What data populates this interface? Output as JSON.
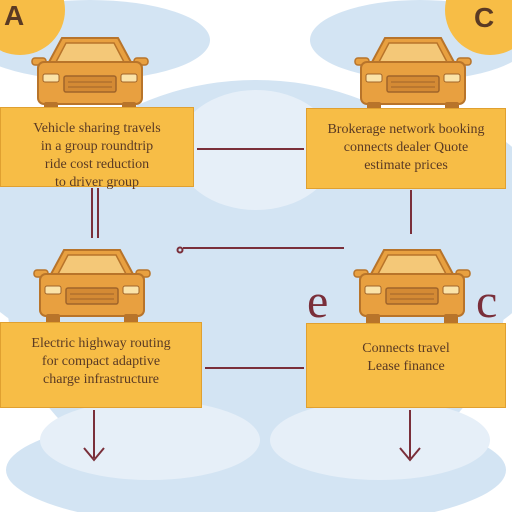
{
  "corner_letters": {
    "top_left": "A",
    "top_right": "C"
  },
  "mid_letters": {
    "left": "e",
    "right": "c"
  },
  "panels": {
    "top_left": {
      "lines": [
        "Vehicle sharing travels",
        "in a group roundtrip",
        "ride cost reduction",
        "to driver group"
      ]
    },
    "top_right": {
      "lines": [
        "Brokerage network booking",
        "connects dealer Quote",
        "estimate prices"
      ]
    },
    "bottom_left": {
      "lines": [
        "Electric highway routing",
        "for compact adaptive",
        "charge infrastructure"
      ]
    },
    "bottom_right": {
      "lines": [
        "Connects travel",
        "Lease finance"
      ]
    }
  },
  "colors": {
    "panel": "#f7bd46",
    "car": "#e8a040",
    "line": "#7a2f3a",
    "cloud": "#c9ddef",
    "sun": "#f7bd46"
  }
}
